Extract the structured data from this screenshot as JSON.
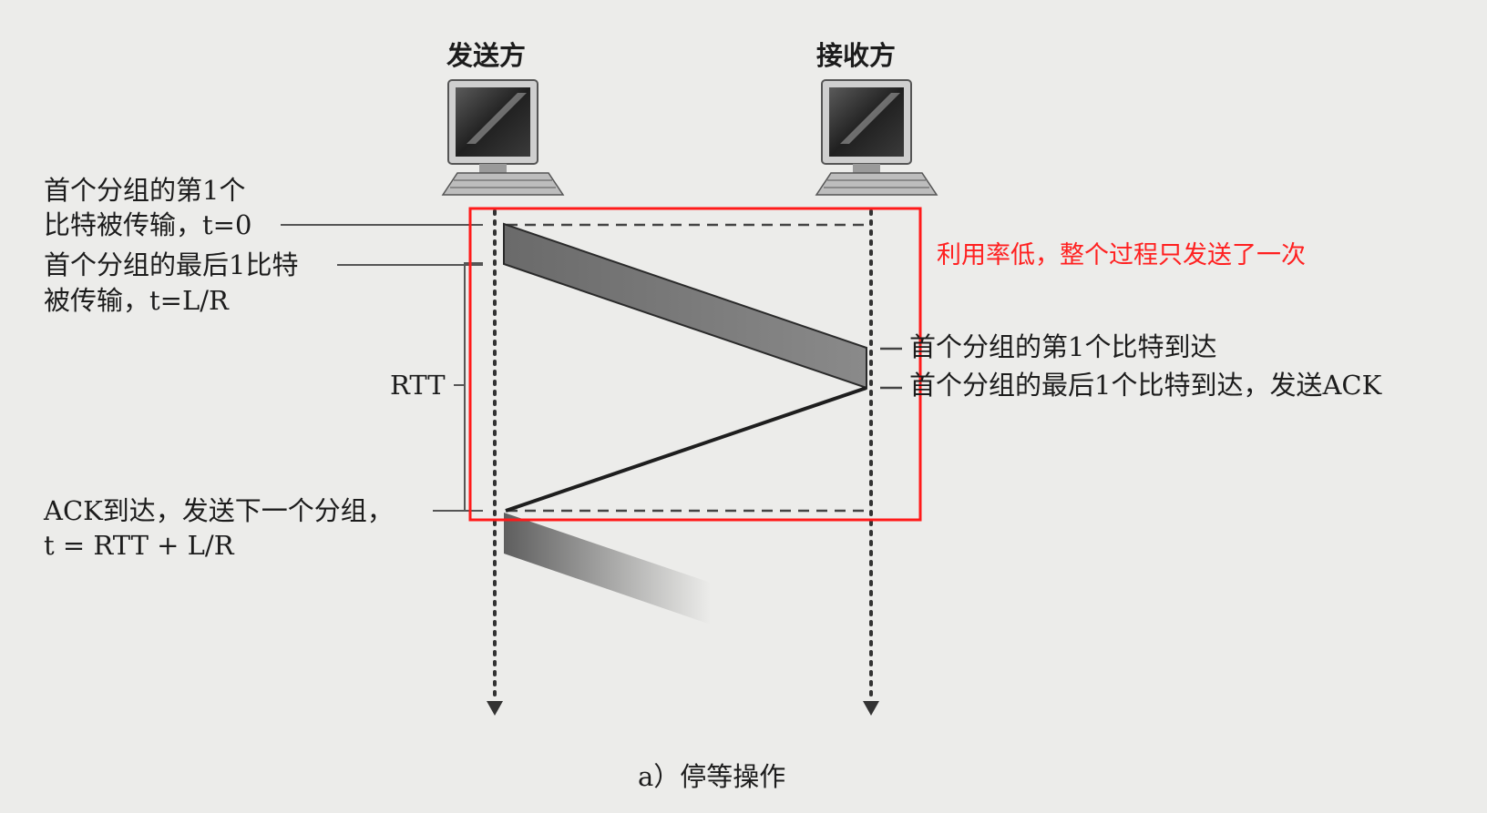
{
  "headers": {
    "sender": "发送方",
    "receiver": "接收方"
  },
  "icons": {
    "sender_computer": "desktop-computer-icon",
    "receiver_computer": "desktop-computer-icon"
  },
  "left_labels": {
    "first_bit_sent_line1": "首个分组的第1个",
    "first_bit_sent_line2": "比特被传输，t=0",
    "last_bit_sent_line1": "首个分组的最后1比特",
    "last_bit_sent_line2": "被传输，t=L/R",
    "rtt": "RTT",
    "ack_arrive_line1": "ACK到达，发送下一个分组，",
    "ack_arrive_line2": "t = RTT + L/R"
  },
  "right_labels": {
    "first_bit_arrive": "首个分组的第1个比特到达",
    "last_bit_arrive": "首个分组的最后1个比特到达，发送ACK"
  },
  "annotation": {
    "text": "利用率低，整个过程只发送了一次",
    "color": "#ff2020"
  },
  "caption": "a）停等操作"
}
